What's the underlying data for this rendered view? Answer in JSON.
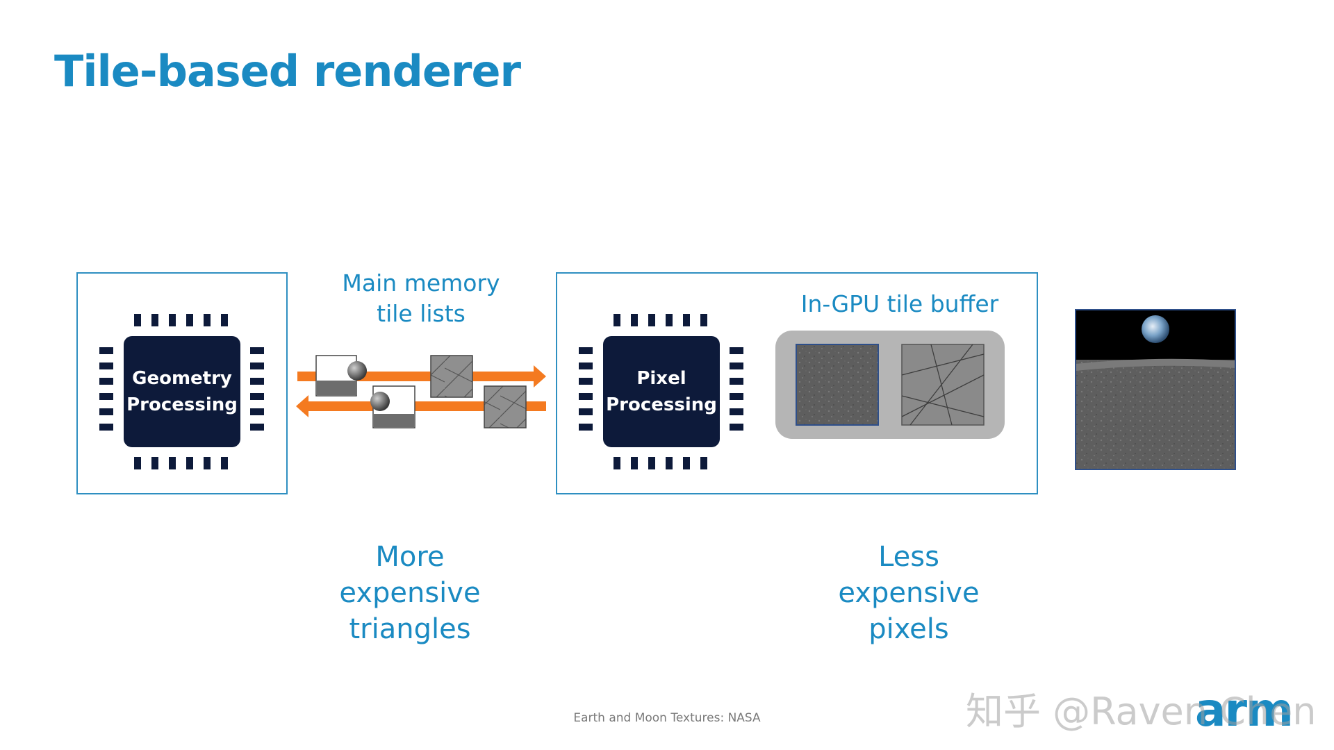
{
  "title": "Tile-based renderer",
  "geometry_chip": {
    "line1": "Geometry",
    "line2": "Processing"
  },
  "memory_label": {
    "line1": "Main memory",
    "line2": "tile lists"
  },
  "pixel_chip": {
    "line1": "Pixel",
    "line2": "Processing"
  },
  "tile_buffer_label": "In-GPU tile buffer",
  "bottom_left": {
    "line1": "More",
    "line2": "expensive",
    "line3": "triangles"
  },
  "bottom_right": {
    "line1": "Less",
    "line2": "expensive",
    "line3": "pixels"
  },
  "credit": "Earth and Moon Textures: NASA",
  "logo": "arm",
  "watermark": "知乎 @Raven Chen",
  "colors": {
    "accent_blue": "#1a8ac2",
    "box_border": "#2e8fc1",
    "chip_dark": "#0d1a3a",
    "arrow_orange": "#f47a20",
    "buffer_gray": "#b5b5b5"
  },
  "icons": [
    "chip-icon",
    "arrow-right-icon",
    "arrow-left-icon",
    "tile-thumbnail",
    "earth-moon-image"
  ]
}
